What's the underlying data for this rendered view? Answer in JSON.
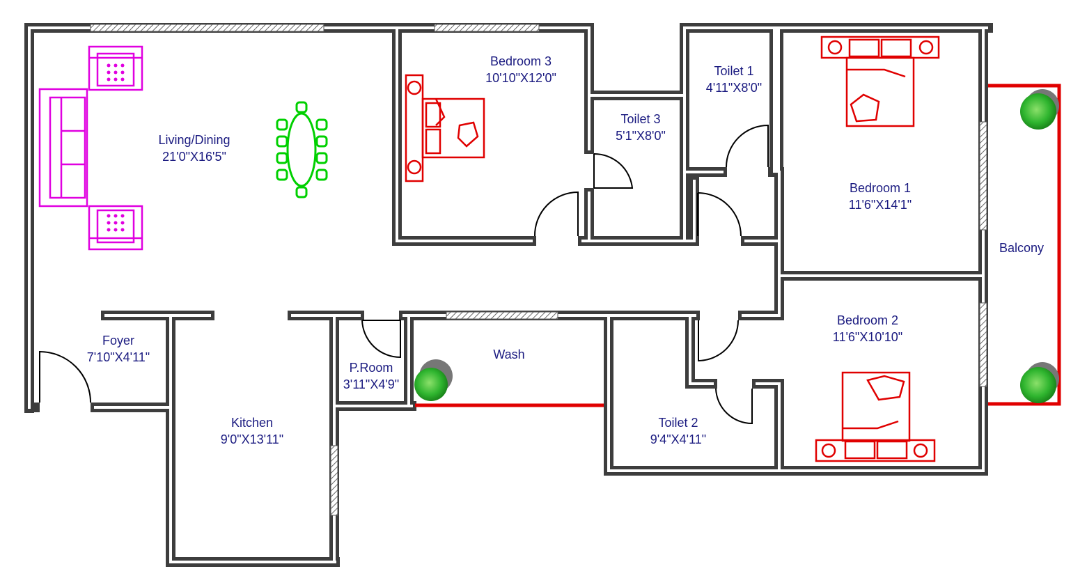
{
  "rooms": {
    "living": {
      "name": "Living/Dining",
      "size": "21'0\"X16'5\""
    },
    "bedroom3": {
      "name": "Bedroom 3",
      "size": "10'10\"X12'0\""
    },
    "toilet3": {
      "name": "Toilet 3",
      "size": "5'1\"X8'0\""
    },
    "toilet1": {
      "name": "Toilet 1",
      "size": "4'11\"X8'0\""
    },
    "bedroom1": {
      "name": "Bedroom 1",
      "size": "11'6\"X14'1\""
    },
    "balcony": {
      "name": "Balcony"
    },
    "foyer": {
      "name": "Foyer",
      "size": "7'10\"X4'11\""
    },
    "proom": {
      "name": "P.Room",
      "size": "3'11\"X4'9\""
    },
    "wash": {
      "name": "Wash"
    },
    "bedroom2": {
      "name": "Bedroom 2",
      "size": "11'6\"X10'10\""
    },
    "kitchen": {
      "name": "Kitchen",
      "size": "9'0\"X13'11\""
    },
    "toilet2": {
      "name": "Toilet 2",
      "size": "9'4\"X4'11\""
    }
  },
  "colors": {
    "wall": "#3d3d3d",
    "label": "#1a1a80",
    "living_furniture": "#e000e0",
    "bed_furniture": "#e00000",
    "dining": "#00d000",
    "plant": "#2fb52f"
  }
}
